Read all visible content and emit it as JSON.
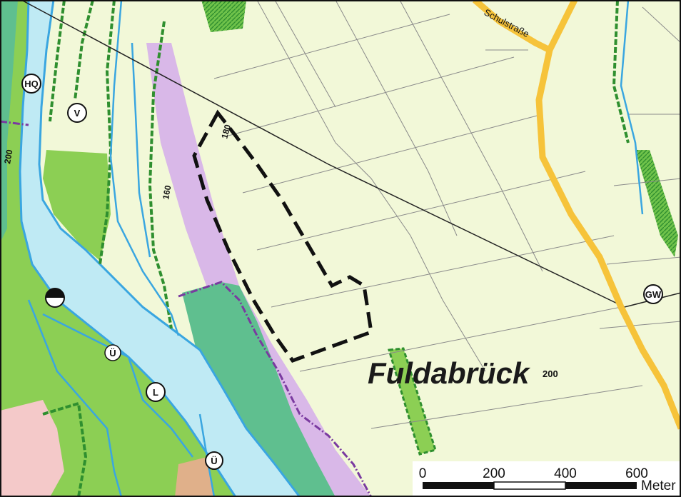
{
  "map": {
    "street_label": "Schulstraße",
    "place_name": "Fuldabrück",
    "contour_labels": {
      "c160": "160",
      "c180": "180",
      "c200_left": "200",
      "c200_right": "200"
    },
    "symbols": {
      "hq": "HQ",
      "v": "V",
      "gw": "GW",
      "u1": "Ü",
      "l": "L",
      "u2": "Ü"
    },
    "colors": {
      "farmland": "#f2f8d8",
      "river": "#bfeaf4",
      "river_edge": "#3aa6e0",
      "forest": "#8ccf54",
      "grassland": "#5fbf8f",
      "purple_zone": "#d9b8e8",
      "boundary_purple": "#7a3aa0",
      "green_hatch": "#2f8f2f",
      "road_yellow": "#f6c33a",
      "settlement": "#f4c9c9"
    }
  },
  "scale_bar": {
    "ticks": [
      "0",
      "200",
      "400",
      "600"
    ],
    "unit": "Meter"
  }
}
